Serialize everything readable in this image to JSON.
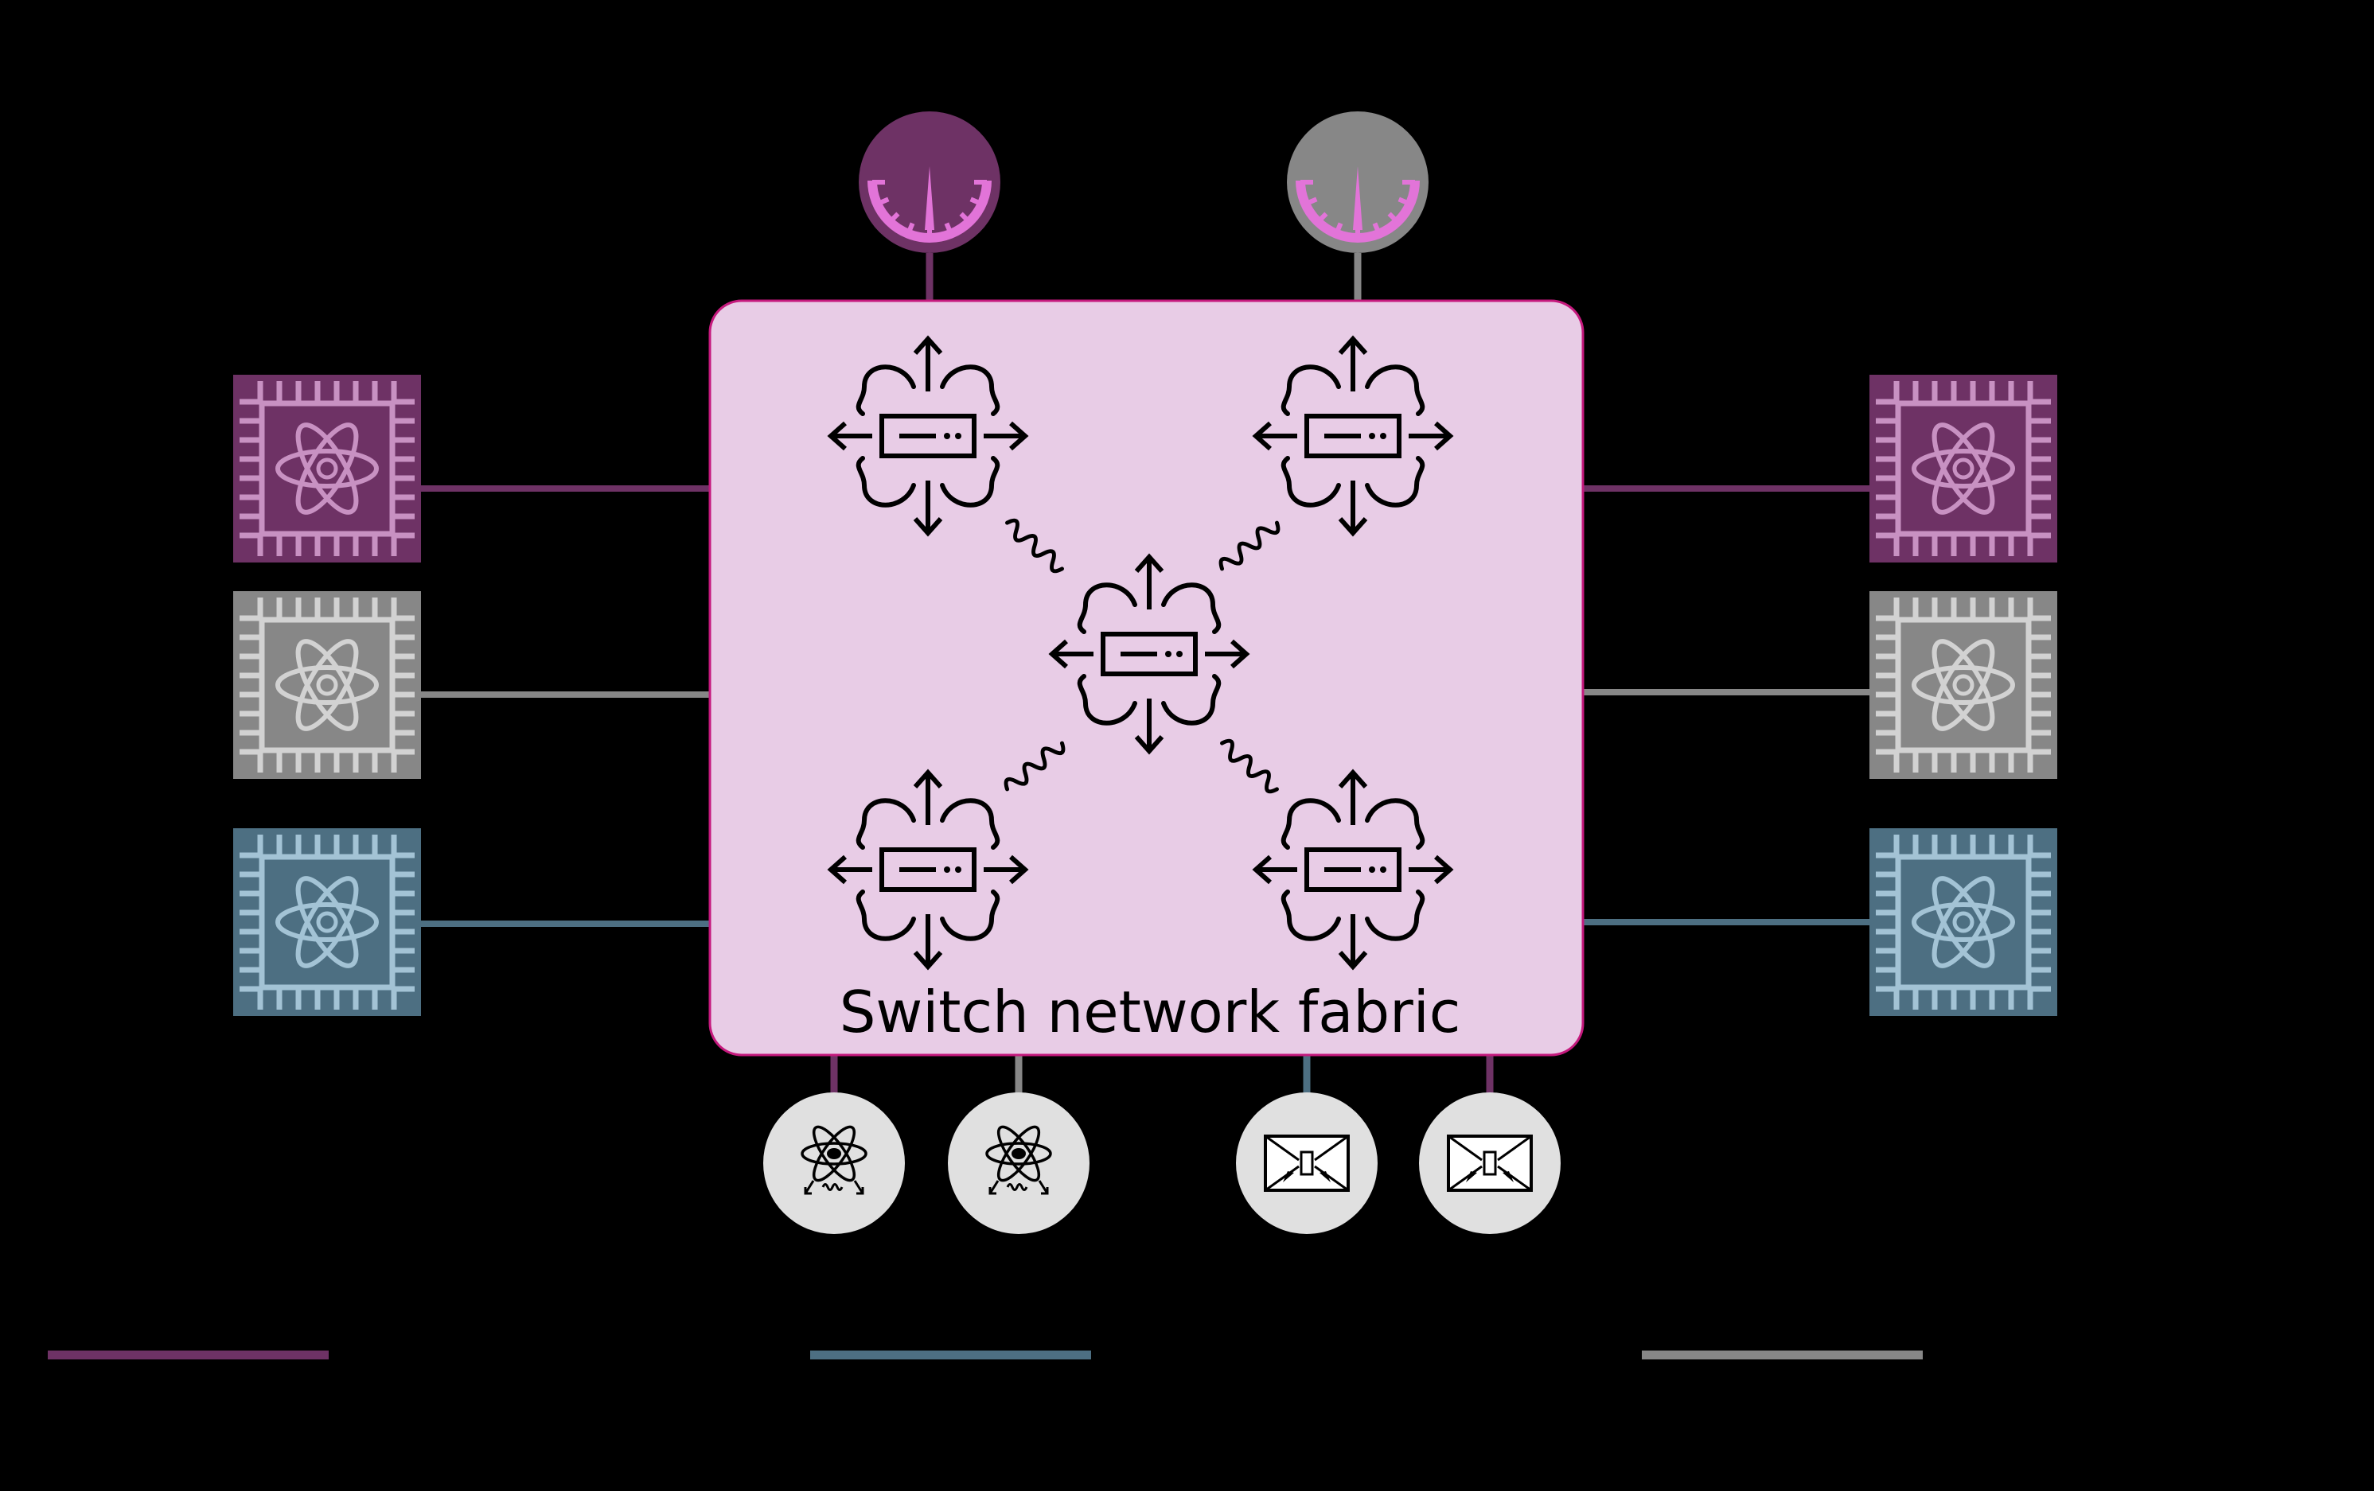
{
  "fabric": {
    "label": "Switch network fabric",
    "fill": "#E8CCE6",
    "stroke": "#C5197D"
  },
  "colors": {
    "purple": "#6E3265",
    "purple_light": "#C891C2",
    "gray": "#878787",
    "gray_light": "#D2D2D2",
    "teal": "#4D6F82",
    "teal_light": "#A3C3D5",
    "pink": "#E274D8",
    "node_fill": "#E0E0E0",
    "background": "#000000"
  },
  "switches": [
    {
      "id": "top-left",
      "icon": "switch-icon"
    },
    {
      "id": "top-right",
      "icon": "switch-icon"
    },
    {
      "id": "center",
      "icon": "switch-icon"
    },
    {
      "id": "bottom-left",
      "icon": "switch-icon"
    },
    {
      "id": "bottom-right",
      "icon": "switch-icon"
    }
  ],
  "links": [
    {
      "from": "top-left",
      "to": "center",
      "icon": "wavy-link-icon"
    },
    {
      "from": "top-right",
      "to": "center",
      "icon": "wavy-link-icon"
    },
    {
      "from": "bottom-left",
      "to": "center",
      "icon": "wavy-link-icon"
    },
    {
      "from": "bottom-right",
      "to": "center",
      "icon": "wavy-link-icon"
    }
  ],
  "processors": {
    "left": [
      {
        "color": "purple",
        "icon": "quantum-chip-icon"
      },
      {
        "color": "gray",
        "icon": "quantum-chip-icon"
      },
      {
        "color": "teal",
        "icon": "quantum-chip-icon"
      }
    ],
    "right": [
      {
        "color": "purple",
        "icon": "quantum-chip-icon"
      },
      {
        "color": "gray",
        "icon": "quantum-chip-icon"
      },
      {
        "color": "teal",
        "icon": "quantum-chip-icon"
      }
    ]
  },
  "detectors_top": [
    {
      "color": "purple",
      "icon": "gauge-icon"
    },
    {
      "color": "gray",
      "icon": "gauge-icon"
    }
  ],
  "nodes_bottom": [
    {
      "link_color": "purple",
      "icon": "photon-source-icon"
    },
    {
      "link_color": "gray",
      "icon": "photon-source-icon"
    },
    {
      "link_color": "teal",
      "icon": "bell-measurement-icon"
    },
    {
      "link_color": "purple",
      "icon": "bell-measurement-icon"
    }
  ],
  "legend": [
    {
      "color": "purple"
    },
    {
      "color": "teal"
    },
    {
      "color": "gray"
    }
  ]
}
